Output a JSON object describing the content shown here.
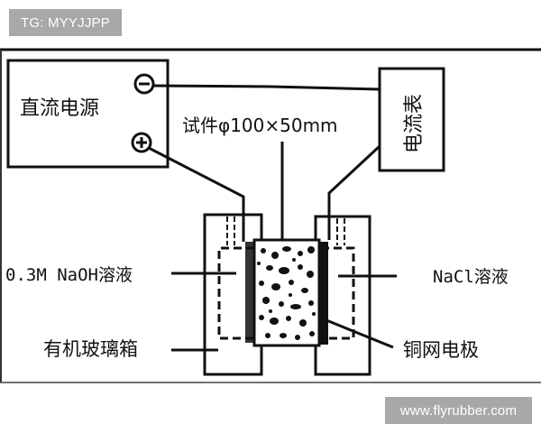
{
  "watermarks": {
    "top": "TG: MYYJJPP",
    "bottom": "www.flyrubber.com"
  },
  "diagram": {
    "power_supply": {
      "label": "直流电源",
      "negative_terminal": "−",
      "positive_terminal": "+"
    },
    "ammeter": {
      "label": "电流表"
    },
    "specimen": {
      "label": "试件φ100×50mm"
    },
    "labels": {
      "naoh_solution": "0.3M NaOH溶液",
      "plexiglass_box": "有机玻璃箱",
      "nacl_solution": "NaCl溶液",
      "copper_mesh_electrode": "铜网电极"
    },
    "colors": {
      "line": "#111111",
      "background": "#ffffff",
      "watermark_bg": "#a8a8a8",
      "watermark_text": "#ffffff"
    }
  }
}
